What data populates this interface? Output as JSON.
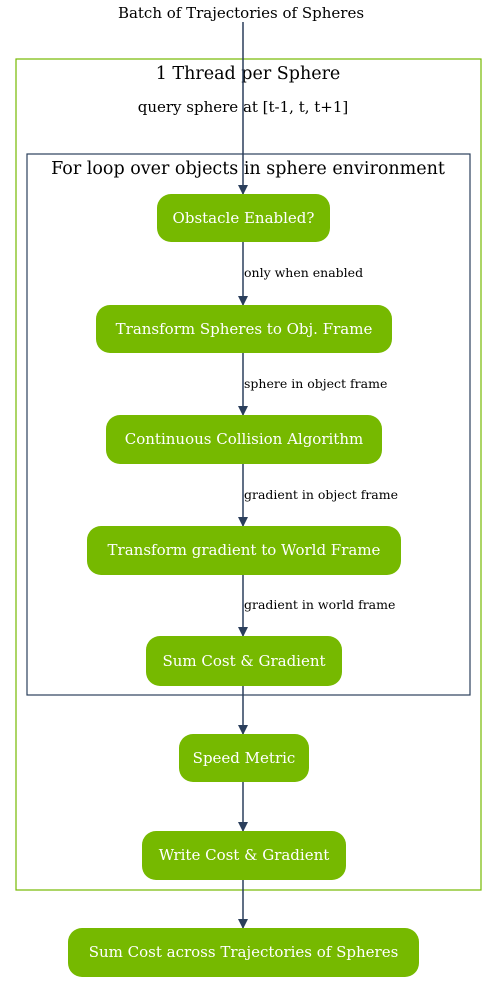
{
  "colors": {
    "node_fill": "#76b900",
    "node_text": "#ffffff",
    "edge": "#2b3f5c",
    "outer_cluster_border": "#76b900",
    "inner_cluster_border": "#2b3f5c",
    "text": "#000000"
  },
  "input_label": "Batch of Trajectories of Spheres",
  "outer_cluster": {
    "title": "1 Thread per Sphere",
    "query_label": "query sphere at [t-1, t, t+1]"
  },
  "inner_cluster": {
    "title": "For loop over objects in sphere environment"
  },
  "nodes": {
    "obstacle_enabled": "Obstacle Enabled?",
    "transform_spheres": "Transform Spheres to Obj. Frame",
    "collision": "Continuous Collision Algorithm",
    "transform_gradient": "Transform gradient to World Frame",
    "sum_cost": "Sum Cost & Gradient",
    "speed_metric": "Speed Metric",
    "write_cost": "Write Cost & Gradient",
    "sum_across": "Sum Cost across Trajectories of Spheres"
  },
  "edges": {
    "obstacle_to_transform": "only when enabled",
    "transform_to_collision": "sphere in object frame",
    "collision_to_gradient": "gradient in object frame",
    "gradient_to_sum": "gradient in world frame"
  }
}
